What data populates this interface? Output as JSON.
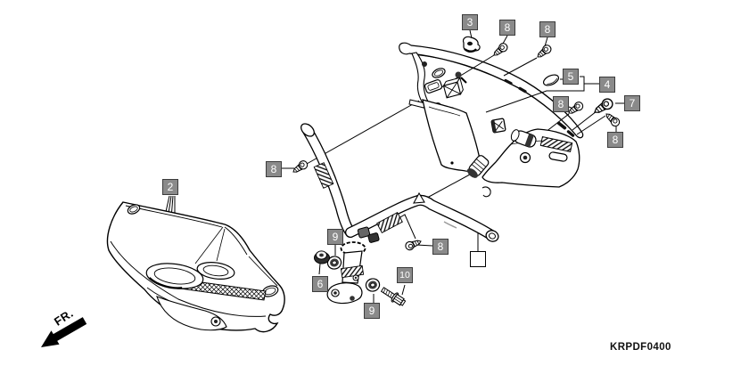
{
  "diagram": {
    "part_code": "KRPDF0400",
    "direction_label": "FR.",
    "colors": {
      "background": "#ffffff",
      "line_color": "#000000",
      "callout_bg": "#8a8a8a",
      "callout_border": "#3c3c3c",
      "callout_text": "#ffffff"
    },
    "callouts": [
      {
        "ref": "3",
        "text": "3"
      },
      {
        "ref": "8a",
        "text": "8"
      },
      {
        "ref": "8b",
        "text": "8"
      },
      {
        "ref": "5",
        "text": "5"
      },
      {
        "ref": "4",
        "text": "4"
      },
      {
        "ref": "8d",
        "text": "8"
      },
      {
        "ref": "7",
        "text": "7"
      },
      {
        "ref": "8e",
        "text": "8"
      },
      {
        "ref": "8c",
        "text": "8"
      },
      {
        "ref": "2",
        "text": "2"
      },
      {
        "ref": "8f",
        "text": "8"
      },
      {
        "ref": "blank",
        "text": ""
      },
      {
        "ref": "9a",
        "text": "9"
      },
      {
        "ref": "6",
        "text": "6"
      },
      {
        "ref": "9b",
        "text": "9"
      },
      {
        "ref": "10",
        "text": "10"
      }
    ]
  }
}
